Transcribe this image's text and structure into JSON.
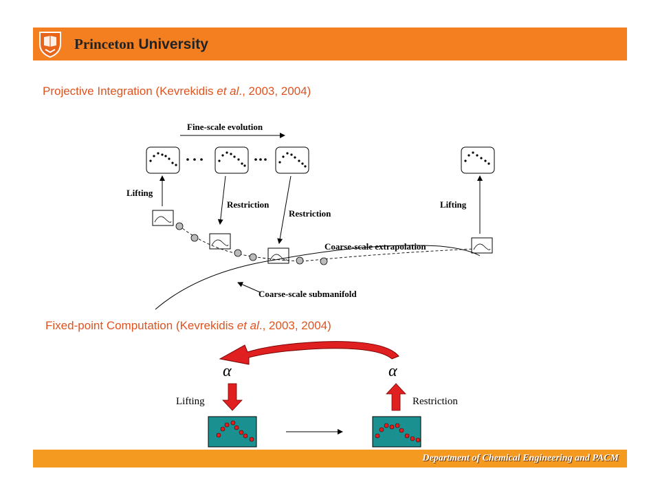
{
  "header": {
    "title_word1": "Princeton",
    "title_word2": "University",
    "logo_icon": "princeton-shield-icon",
    "bar_color": "#f47f20"
  },
  "section1": {
    "prefix": "Projective Integration (Kevrekidis ",
    "etal": "et al",
    "suffix": "., 2003, 2004)"
  },
  "diagram1": {
    "fine_scale_label": "Fine-scale evolution",
    "lifting_left": "Lifting",
    "restriction_1": "Restriction",
    "restriction_2": "Restriction",
    "lifting_right": "Lifting",
    "extrapolation_label": "Coarse-scale extrapolation",
    "submanifold_label": "Coarse-scale submanifold"
  },
  "section2": {
    "prefix": "Fixed-point Computation (Kevrekidis ",
    "etal": "et al",
    "suffix": "., 2003, 2004)"
  },
  "diagram2": {
    "alpha_left": "α",
    "alpha_right": "α",
    "lifting_label": "Lifting",
    "restriction_label": "Restriction",
    "arrow_color": "#e02020",
    "box_color": "#1a9090"
  },
  "footer": {
    "text": "Department of Chemical Engineering and PACM",
    "bar_color": "#f49a20"
  }
}
